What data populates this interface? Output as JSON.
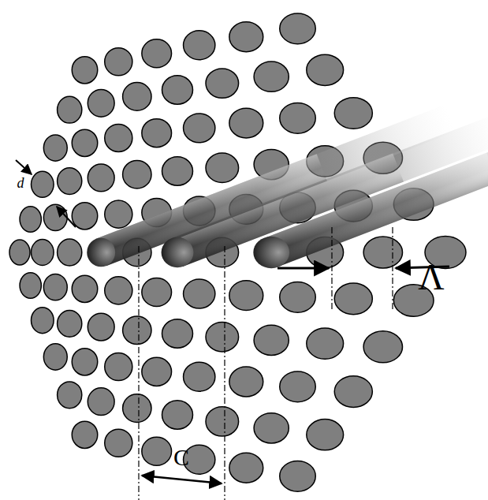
{
  "diagram": {
    "labels": [
      "d",
      "C",
      "Λ"
    ]
  }
}
